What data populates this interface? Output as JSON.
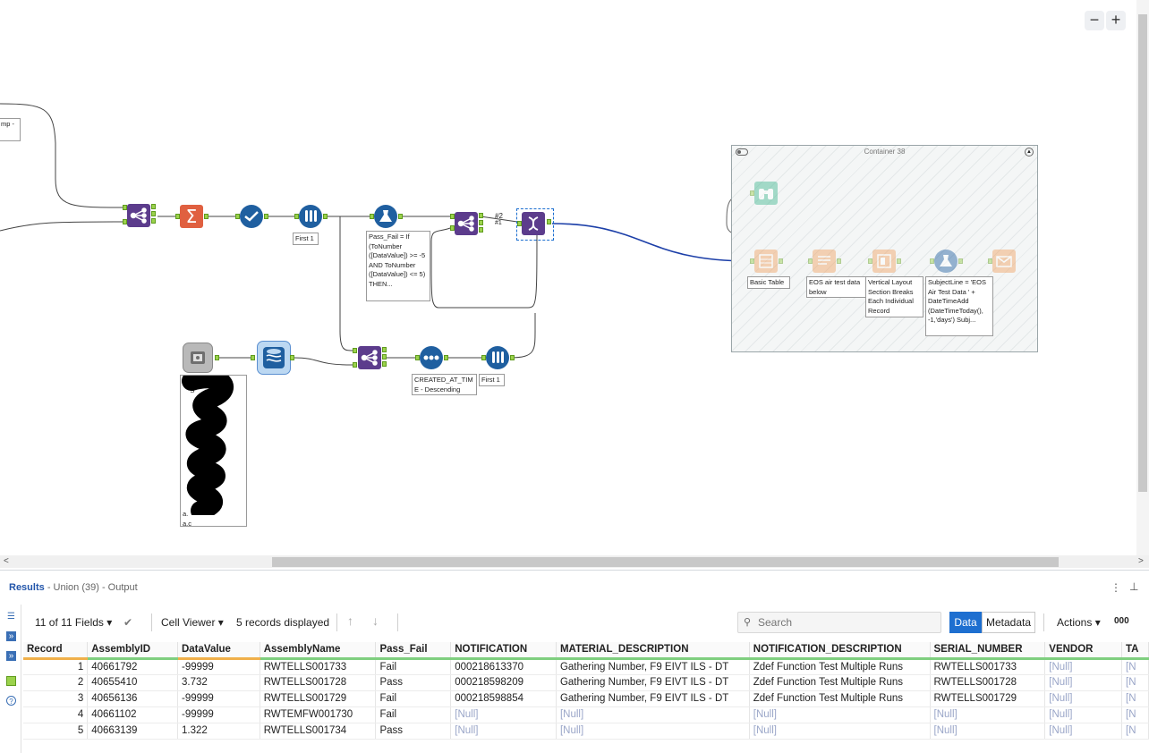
{
  "canvas": {
    "zoom_out": "−",
    "zoom_in": "+",
    "container_title": "Container 38",
    "annotations": {
      "partial_top": "mp -",
      "first1_a": "First 1",
      "formula": "Pass_Fail = If (ToNumber ([DataValue]) >= -5 AND ToNumber ([DataValue]) <= 5) THEN...",
      "sort": "CREATED_AT_TIM E - Descending",
      "first1_b": "First 1",
      "basic_table": "Basic Table",
      "eos_text": "EOS air test data below",
      "layout": "Vertical Layout Section Breaks Each Individual Record",
      "subject": "SubjectLine = 'EOS Air Test Data ' + DateTimeAdd (DateTimeToday(), -1,'days') Subj...",
      "input_partial_top": "S          fi",
      "input_partial_bot": "a.\na.c"
    },
    "union_output_labels": [
      "#2",
      "#1"
    ]
  },
  "results": {
    "title": "Results",
    "subtitle": "- Union (39) - Output",
    "fields": "11 of 11 Fields",
    "cell_viewer": "Cell Viewer",
    "records": "5 records displayed",
    "search_placeholder": "Search",
    "data_btn": "Data",
    "metadata_btn": "Metadata",
    "actions": "Actions",
    "more": "000",
    "columns": [
      "Record",
      "AssemblyID",
      "DataValue",
      "AssemblyName",
      "Pass_Fail",
      "NOTIFICATION",
      "MATERIAL_DESCRIPTION",
      "NOTIFICATION_DESCRIPTION",
      "SERIAL_NUMBER",
      "VENDOR",
      "TA"
    ],
    "rows": [
      [
        "1",
        "40661792",
        "-99999",
        "RWTELLS001733",
        "Fail",
        "000218613370",
        "Gathering Number, F9 EIVT ILS - DT",
        "Zdef Function Test Multiple Runs",
        "RWTELLS001733",
        "[Null]",
        "[N"
      ],
      [
        "2",
        "40655410",
        "3.732",
        "RWTELLS001728",
        "Pass",
        "000218598209",
        "Gathering Number, F9 EIVT ILS - DT",
        "Zdef Function Test Multiple Runs",
        "RWTELLS001728",
        "[Null]",
        "[N"
      ],
      [
        "3",
        "40656136",
        "-99999",
        "RWTELLS001729",
        "Fail",
        "000218598854",
        "Gathering Number, F9 EIVT ILS - DT",
        "Zdef Function Test Multiple Runs",
        "RWTELLS001729",
        "[Null]",
        "[N"
      ],
      [
        "4",
        "40661102",
        "-99999",
        "RWTEMFW001730",
        "Fail",
        "[Null]",
        "[Null]",
        "[Null]",
        "[Null]",
        "[Null]",
        "[N"
      ],
      [
        "5",
        "40663139",
        "1.322",
        "RWTELLS001734",
        "Pass",
        "[Null]",
        "[Null]",
        "[Null]",
        "[Null]",
        "[Null]",
        "[N"
      ]
    ]
  },
  "colors": {
    "join": "#5c3c8c",
    "summarize": "#e06040",
    "blue_tool": "#1f5fa0",
    "input": "#7a7a7a",
    "report": "#f0a060",
    "browse": "#40b890",
    "wire_selected": "#1c3fa8"
  }
}
